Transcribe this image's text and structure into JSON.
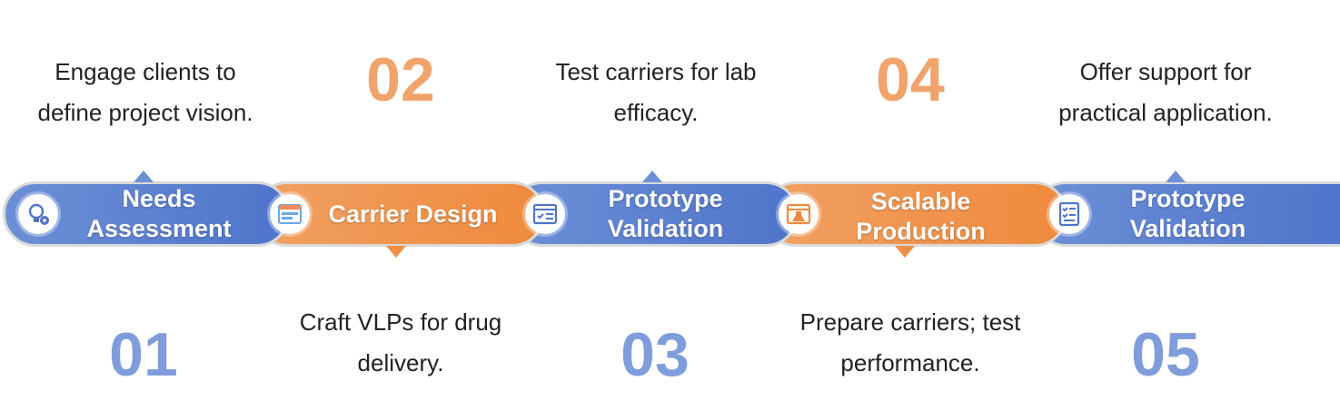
{
  "steps": [
    {
      "number": "01",
      "title": "Needs\nAssessment",
      "description": "Engage clients to\ndefine project vision.",
      "icon": "lightbulb-icon"
    },
    {
      "number": "02",
      "title": "Carrier Design",
      "description": "Craft VLPs for drug\ndelivery.",
      "icon": "browser-window-icon"
    },
    {
      "number": "03",
      "title": "Prototype\nValidation",
      "description": "Test carriers for lab\nefficacy.",
      "icon": "checklist-window-icon"
    },
    {
      "number": "04",
      "title": "Scalable\nProduction",
      "description": "Prepare carriers; test\nperformance.",
      "icon": "flask-window-icon"
    },
    {
      "number": "05",
      "title": "Prototype\nValidation",
      "description": "Offer support for\npractical application.",
      "icon": "checklist-document-icon"
    }
  ],
  "colors": {
    "blue": "#5a7fd0",
    "blue_number": "#7f9ddb",
    "orange": "#ef8f45",
    "orange_number": "#f0a36a",
    "text": "#222222"
  }
}
